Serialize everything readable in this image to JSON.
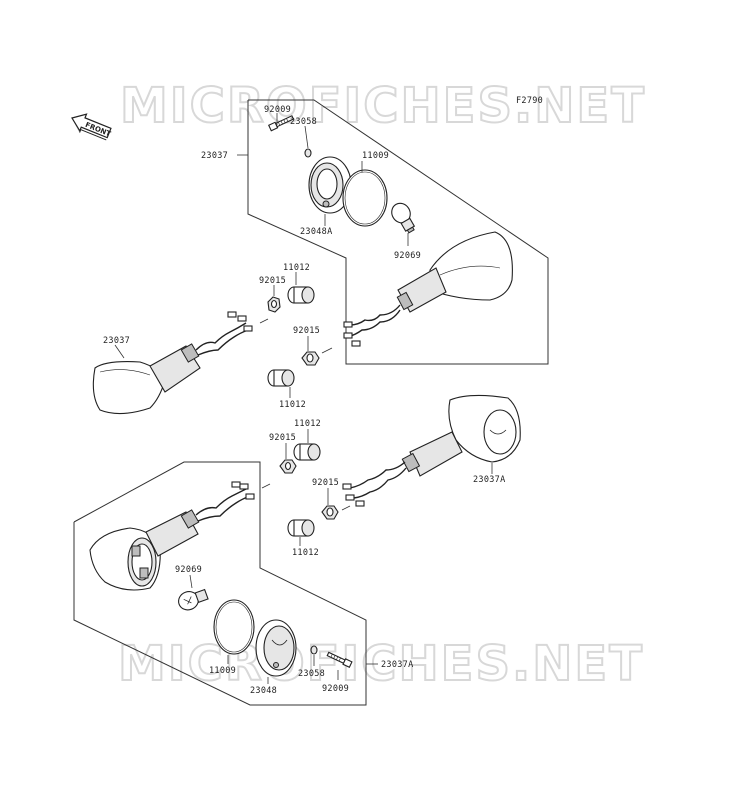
{
  "watermark": "MICROFICHES.NET",
  "figure_code": "F2790",
  "front_label": "FRONT",
  "labels": {
    "upper_bolt": "92009",
    "upper_washer": "23058",
    "upper_assy": "23037",
    "upper_gasket": "11009",
    "upper_lens": "23048A",
    "upper_bulb": "92069",
    "mid_cushion_a": "11012",
    "mid_nut_a": "92015",
    "left_signal": "23037",
    "mid_nut_b": "92015",
    "mid_cushion_b": "11012",
    "mid_cushion_c": "11012",
    "mid_nut_c": "92015",
    "right_signal": "23037A",
    "mid_nut_d": "92015",
    "mid_cushion_d": "11012",
    "lower_bulb": "92069",
    "lower_gasket": "11009",
    "lower_lens": "23048",
    "lower_washer": "23058",
    "lower_bolt": "92009",
    "lower_assy": "23037A"
  }
}
